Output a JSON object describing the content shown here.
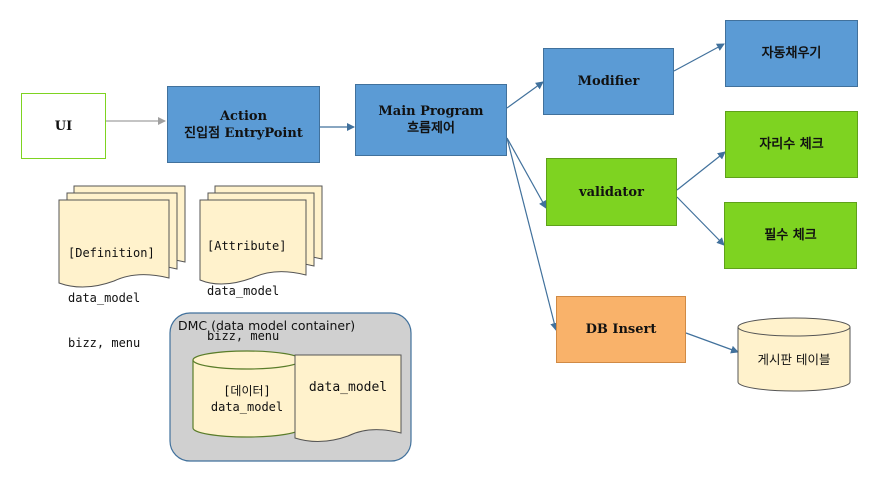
{
  "nodes": {
    "ui": "UI",
    "action_line1": "Action",
    "action_line2": "진입점 EntryPoint",
    "main_line1": "Main Program",
    "main_line2": "흐름제어",
    "modifier": "Modifier",
    "validator": "validator",
    "db_insert": "DB Insert",
    "autofill": "자동채우기",
    "digits_check": "자리수 체크",
    "required_check": "필수 체크",
    "board_table": "게시판 테이블"
  },
  "docs": {
    "definition": [
      "[Definition]",
      "data_model",
      "bizz, menu"
    ],
    "attribute": [
      "[Attribute]",
      "data_model",
      "bizz, menu"
    ]
  },
  "dmc": {
    "title": "DMC (data model container)",
    "cylinder_line1": "[데이터]",
    "cylinder_line2": "data_model",
    "doc_label": "data_model"
  },
  "colors": {
    "blue": "#5b9bd5",
    "green": "#7ed321",
    "orange": "#f9b26a",
    "doc_fill": "#fff2cc",
    "container": "#d0d0d0"
  }
}
